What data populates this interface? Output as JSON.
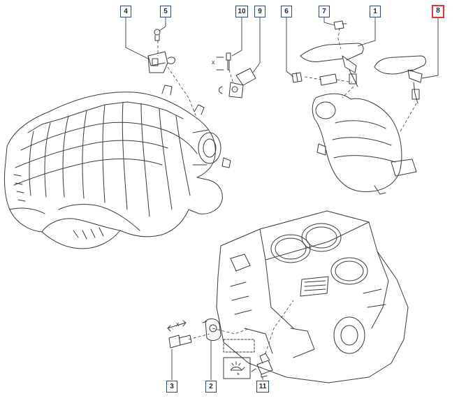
{
  "callouts": [
    {
      "id": "1",
      "label": "1"
    },
    {
      "id": "2",
      "label": "2"
    },
    {
      "id": "3",
      "label": "3"
    },
    {
      "id": "4",
      "label": "4"
    },
    {
      "id": "5",
      "label": "5"
    },
    {
      "id": "6",
      "label": "6"
    },
    {
      "id": "7",
      "label": "7"
    },
    {
      "id": "8",
      "label": "8",
      "selected": true
    },
    {
      "id": "9",
      "label": "9"
    },
    {
      "id": "10",
      "label": "10"
    },
    {
      "id": "11",
      "label": "11"
    }
  ],
  "dimension_marks": {
    "x_label_top": "x",
    "x_label_bottom": "x"
  },
  "colors": {
    "line": "#3a3a3a",
    "callout_border": "#2f4a6e",
    "selected_border": "#e5312f"
  }
}
